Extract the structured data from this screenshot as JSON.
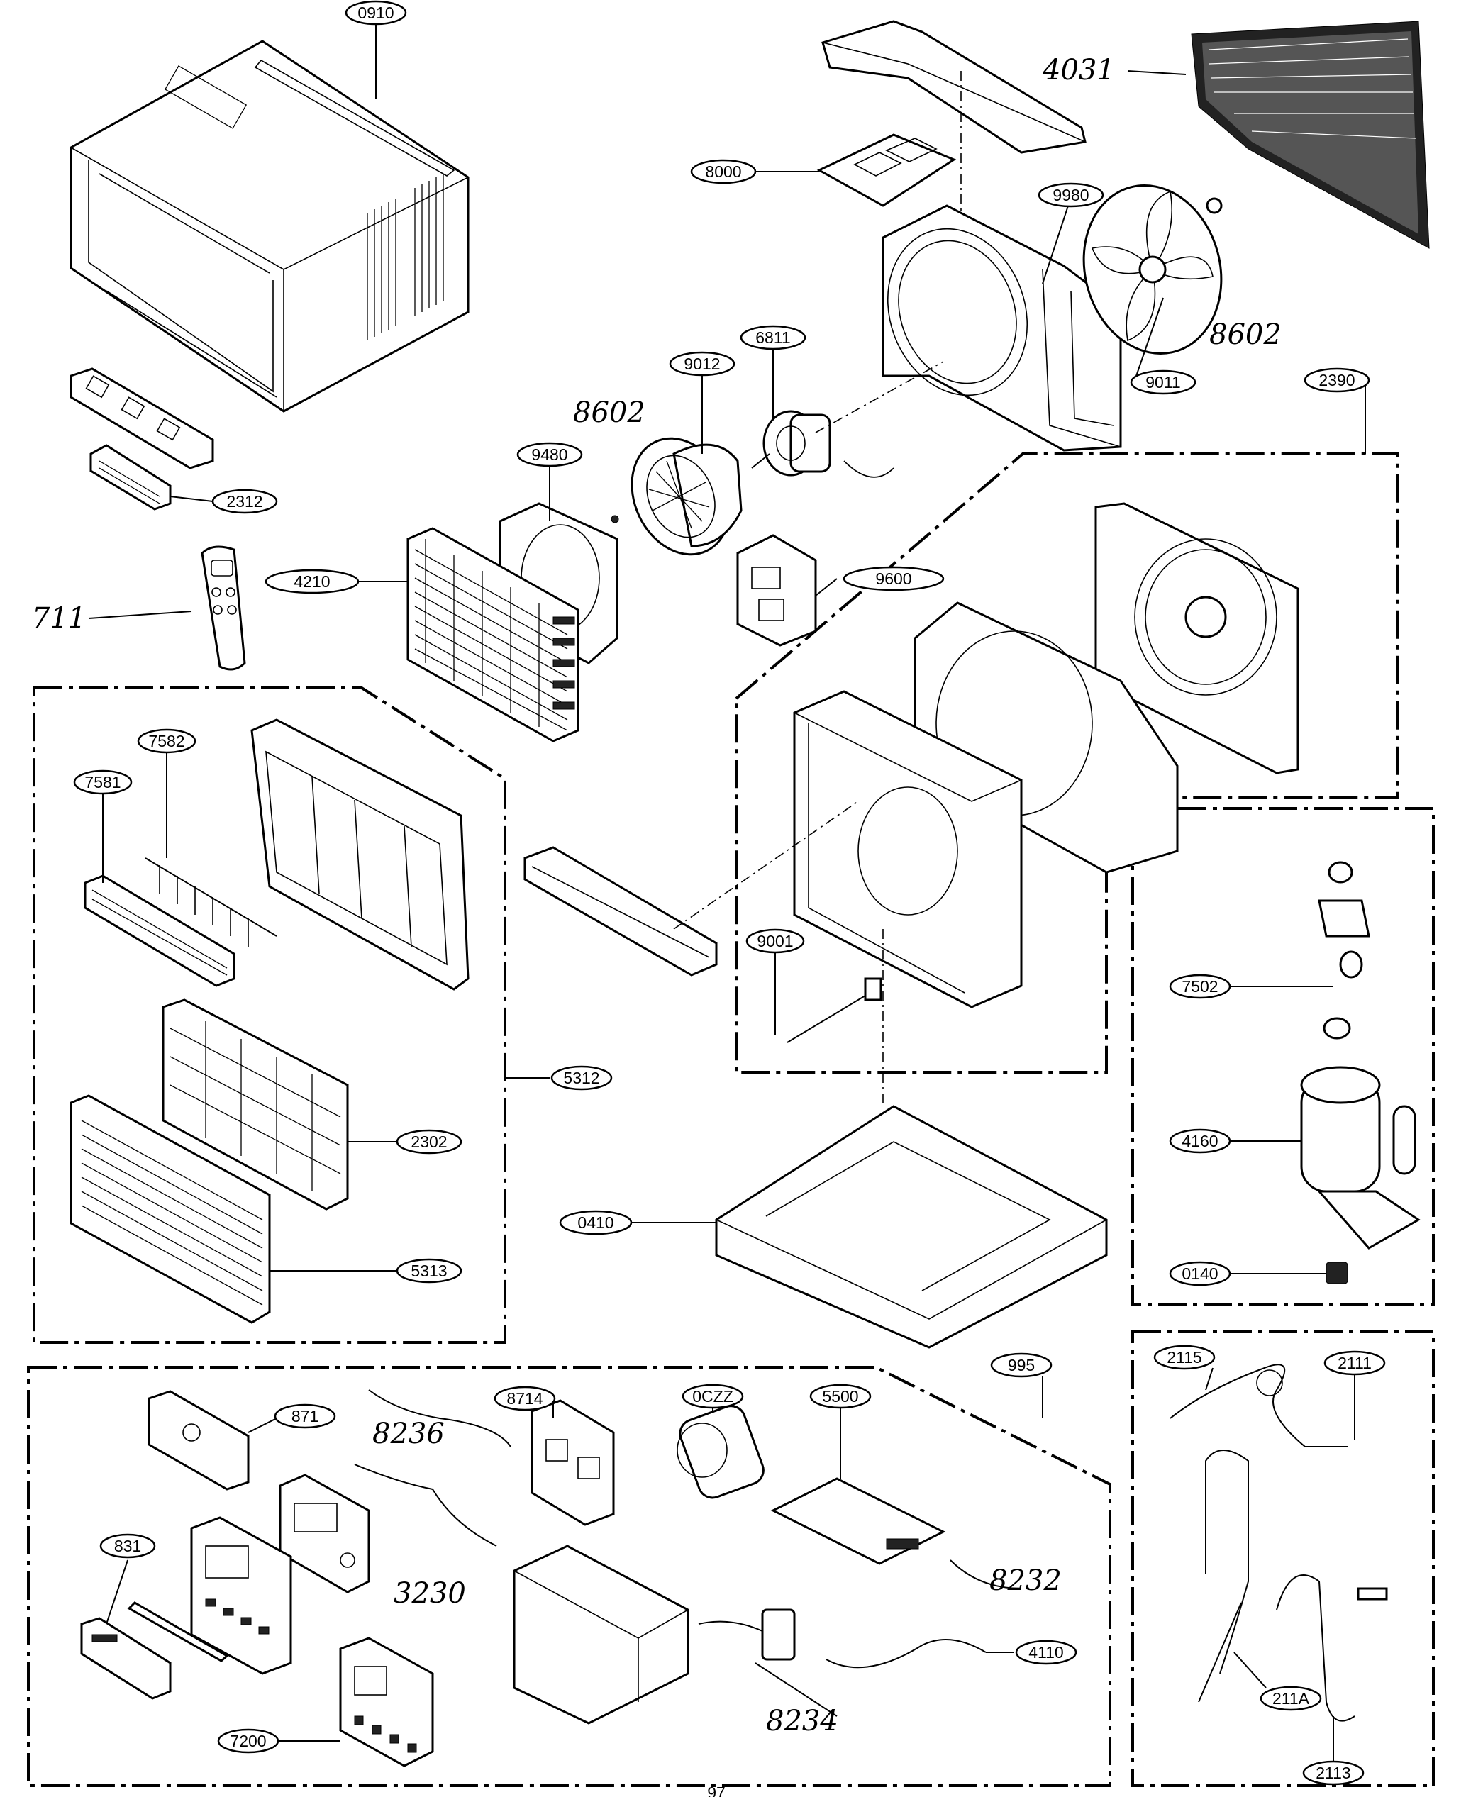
{
  "page": {
    "page_number": "97"
  },
  "callouts": {
    "c0910": "0910",
    "c8000": "8000",
    "c9980": "9980",
    "c9011": "9011",
    "c2390": "2390",
    "c9012": "9012",
    "c6811": "6811",
    "c9480": "9480",
    "c2312": "2312",
    "c4210": "4210",
    "c9600": "9600",
    "c7582": "7582",
    "c7581": "7581",
    "c9001": "9001",
    "c7502": "7502",
    "c5312": "5312",
    "c2302": "2302",
    "c4160": "4160",
    "c0410": "0410",
    "c5313": "5313",
    "c0140": "0140",
    "c995": "995",
    "c871": "871",
    "c8714": "8714",
    "c0CZZ": "0CZZ",
    "c5500": "5500",
    "c2115": "2115",
    "c2111": "2111",
    "c831": "831",
    "c4110": "4110",
    "c211A": "211A",
    "c7200": "7200",
    "c2113": "2113"
  },
  "handwritten": {
    "h4031": "4031",
    "h8602_top": "8602",
    "h8602_mid": "8602",
    "h711": "711",
    "h8236": "8236",
    "h3230": "3230",
    "h8232": "8232",
    "h8234": "8234"
  }
}
